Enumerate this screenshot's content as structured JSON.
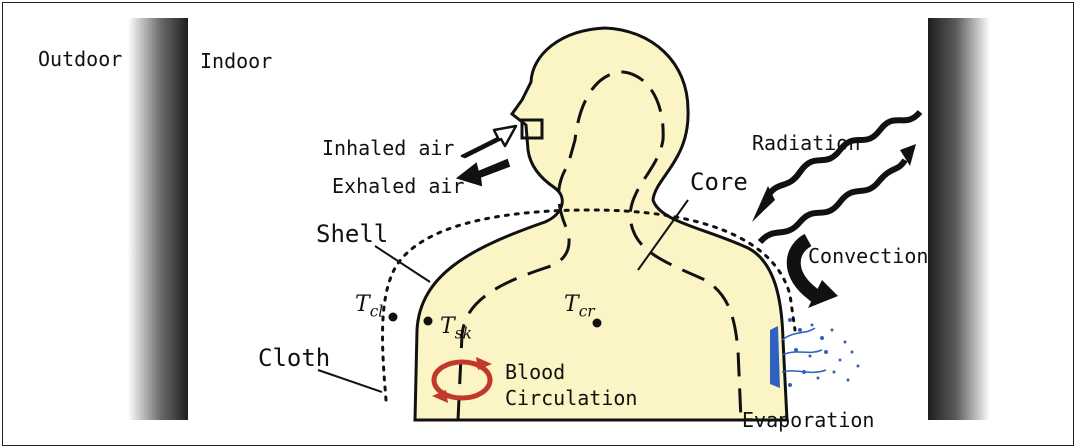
{
  "labels": {
    "outdoor": "Outdoor",
    "indoor": "Indoor",
    "inhaled_air": "Inhaled air",
    "exhaled_air": "Exhaled air",
    "radiation": "Radiation",
    "core": "Core",
    "shell": "Shell",
    "convection": "Convection",
    "cloth": "Cloth",
    "blood_line1": "Blood",
    "blood_line2": "Circulation",
    "evaporation": "Evaporation"
  },
  "symbols": {
    "t_cl_main": "T",
    "t_cl_sub": "cl",
    "t_sk_main": "T",
    "t_sk_sub": "sk",
    "t_cr_main": "T",
    "t_cr_sub": "cr"
  },
  "colors": {
    "body_fill": "#fbf5c6",
    "wall_dark": "#2f2f2f",
    "blood_circulation": "#c0392b",
    "evaporation": "#3060c0"
  }
}
